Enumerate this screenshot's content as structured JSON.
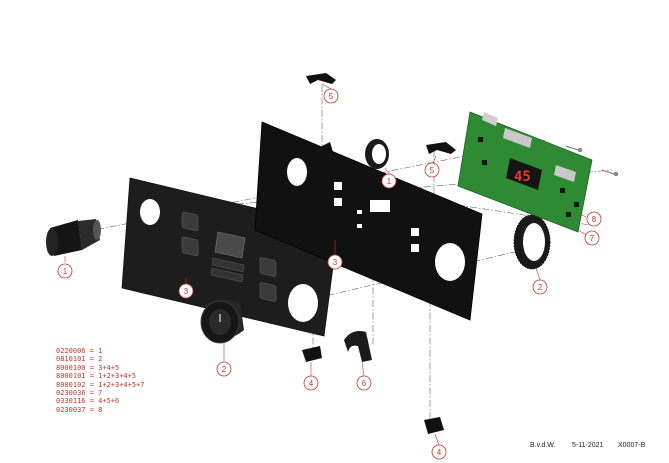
{
  "callouts": {
    "plug_left": "1",
    "bezel_top": "1",
    "faceplate": "3",
    "mount_plate": "3",
    "knob": "2",
    "ring_right": "2",
    "clip_top_left": "5",
    "clip_top_right": "5",
    "clip_bottom_left": "4",
    "clip_bottom_right": "4",
    "bracket": "6",
    "screw_upper": "8",
    "screw_lower": "7"
  },
  "display": {
    "readout": "45"
  },
  "legend": [
    "0220006 = 1",
    "0810101 = 2",
    "8000100 = 3+4+5",
    "8000101 = 1+2+3+4+5",
    "8000102 = 1+2+3+4+5+7",
    "0230036 = 7",
    "0330116 = 4+5+6",
    "0230037 = 8"
  ],
  "footer": {
    "author": "B.v.d.W.",
    "date": "5-11-2021",
    "drawing_number": "X0007-B"
  },
  "colors": {
    "callout": "#c0392b",
    "part": "#1b1b1b",
    "pcb": "#2f8a34",
    "led": "#e53935"
  }
}
